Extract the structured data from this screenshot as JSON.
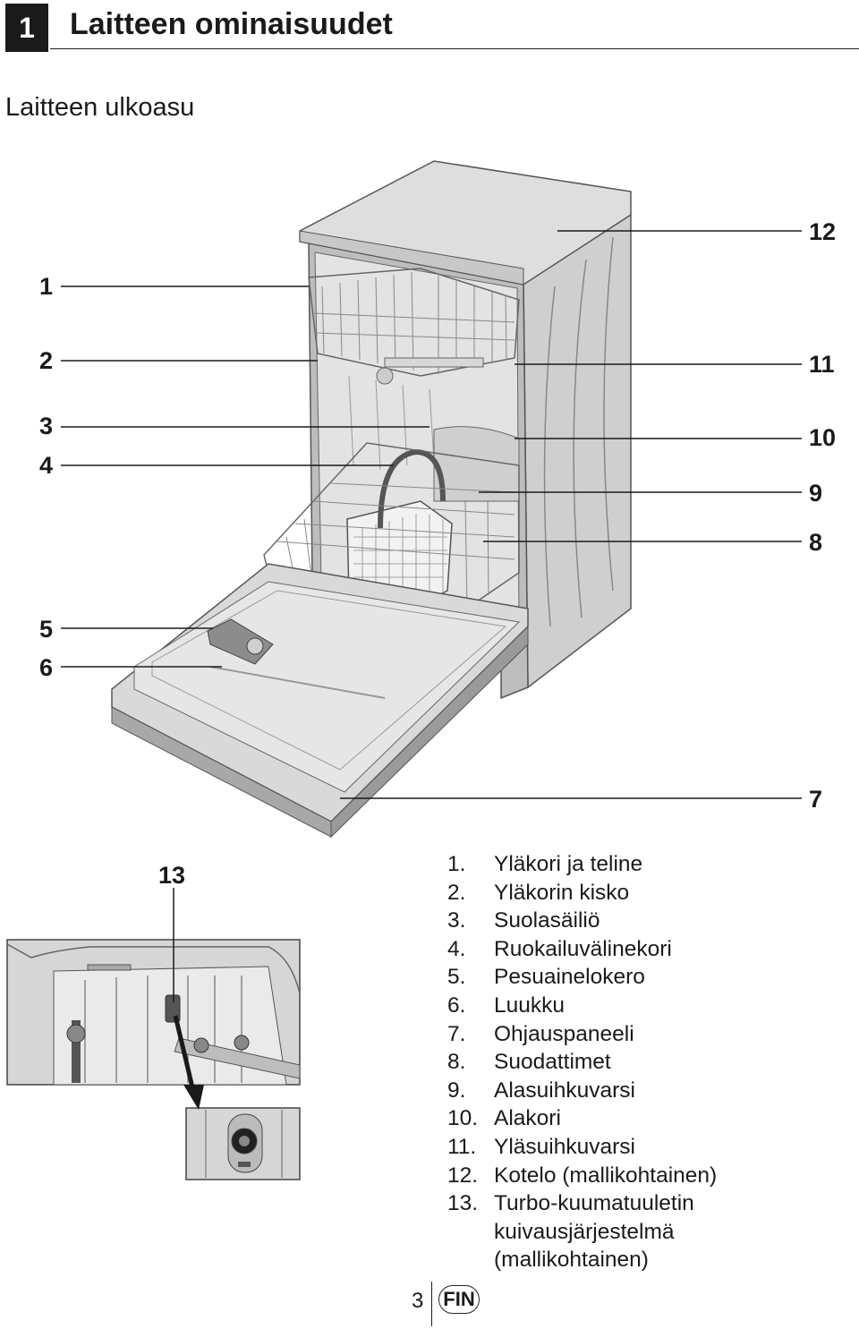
{
  "chapter": {
    "number": "1",
    "title": "Laitteen ominaisuudet"
  },
  "section": {
    "title": "Laitteen ulkoasu"
  },
  "callouts": {
    "c1": "1",
    "c2": "2",
    "c3": "3",
    "c4": "4",
    "c5": "5",
    "c6": "6",
    "c7": "7",
    "c8": "8",
    "c9": "9",
    "c10": "10",
    "c11": "11",
    "c12": "12",
    "c13": "13"
  },
  "legend": [
    {
      "num": "1.",
      "text": "Yläkori ja teline"
    },
    {
      "num": "2.",
      "text": "Yläkorin kisko"
    },
    {
      "num": "3.",
      "text": "Suolasäiliö"
    },
    {
      "num": "4.",
      "text": "Ruokailuvälinekori"
    },
    {
      "num": "5.",
      "text": "Pesuainelokero"
    },
    {
      "num": "6.",
      "text": "Luukku"
    },
    {
      "num": "7.",
      "text": "Ohjauspaneeli"
    },
    {
      "num": "8.",
      "text": "Suodattimet"
    },
    {
      "num": "9.",
      "text": "Alasuihkuvarsi"
    },
    {
      "num": "10.",
      "text": "Alakori"
    },
    {
      "num": "11.",
      "text": "Yläsuihkuvarsi"
    },
    {
      "num": "12.",
      "text": "Kotelo (mallikohtainen)"
    },
    {
      "num": "13.",
      "text": "Turbo-kuumatuuletin"
    },
    {
      "num": "",
      "text": "kuivausjärjestelmä"
    },
    {
      "num": "",
      "text": "(mallikohtainen)"
    }
  ],
  "footer": {
    "page": "3",
    "lang": "FIN"
  }
}
